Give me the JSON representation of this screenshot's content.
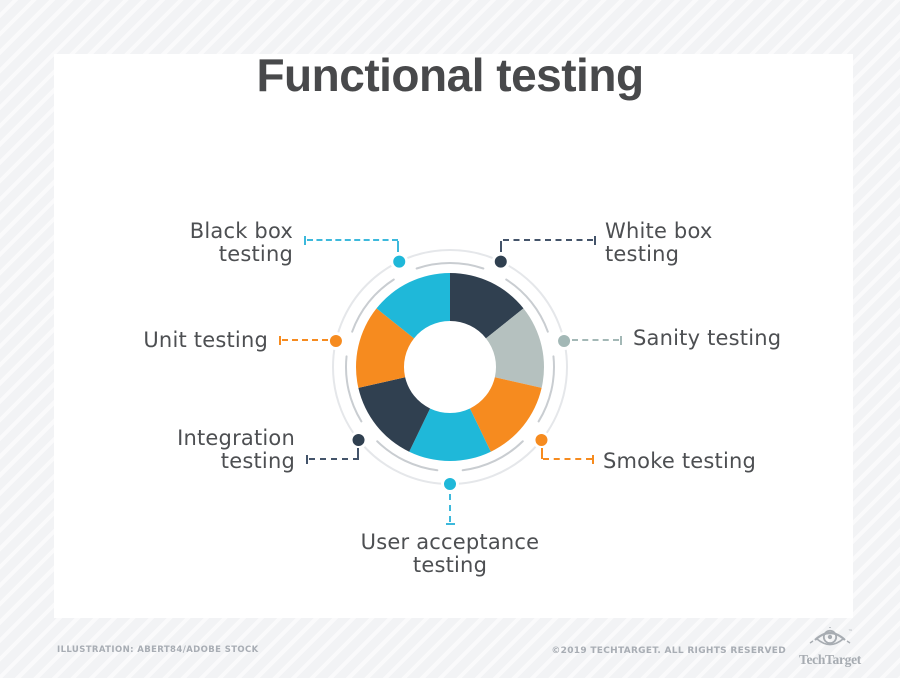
{
  "title": "Functional testing",
  "chart": {
    "type": "donut-diagram",
    "description": "Seven equal donut segments, one per functional testing type, starting at 12 o'clock going clockwise",
    "segments": [
      {
        "key": "white_box",
        "name": "White box testing",
        "color": "#304050",
        "dot_color": "#304050"
      },
      {
        "key": "sanity",
        "name": "Sanity testing",
        "color": "#b5c1bf",
        "dot_color": "#a3b8b6"
      },
      {
        "key": "smoke",
        "name": "Smoke testing",
        "color": "#f68b1f",
        "dot_color": "#f68b1f"
      },
      {
        "key": "user_acceptance",
        "name": "User acceptance testing",
        "color": "#1fb8d9",
        "dot_color": "#1fb8d9"
      },
      {
        "key": "integration",
        "name": "Integration testing",
        "color": "#304050",
        "dot_color": "#304050"
      },
      {
        "key": "unit",
        "name": "Unit testing",
        "color": "#f68b1f",
        "dot_color": "#f68b1f"
      },
      {
        "key": "black_box",
        "name": "Black box testing",
        "color": "#1fb8d9",
        "dot_color": "#1fb8d9"
      }
    ],
    "ring_color": "#e5e7ea",
    "broken_ring_color": "#c9cdd1"
  },
  "callouts": {
    "black_box": {
      "line1": "Black box",
      "line2": "testing",
      "color": "#3db9dc"
    },
    "white_box": {
      "line1": "White box",
      "line2": "testing",
      "color": "#44546a"
    },
    "unit": {
      "line1": "Unit testing",
      "color": "#f68b1f"
    },
    "sanity": {
      "line1": "Sanity testing",
      "color": "#a3b8b6"
    },
    "integration": {
      "line1": "Integration",
      "line2": "testing",
      "color": "#44546a"
    },
    "smoke": {
      "line1": "Smoke testing",
      "color": "#f68b1f"
    },
    "user_acceptance": {
      "line1": "User acceptance",
      "line2": "testing",
      "color": "#3db9dc"
    }
  },
  "footer": {
    "credit": "ILLUSTRATION: ABERT84/ADOBE STOCK",
    "copyright": "©2019 TECHTARGET. ALL RIGHTS RESERVED",
    "brand": "TechTarget"
  }
}
